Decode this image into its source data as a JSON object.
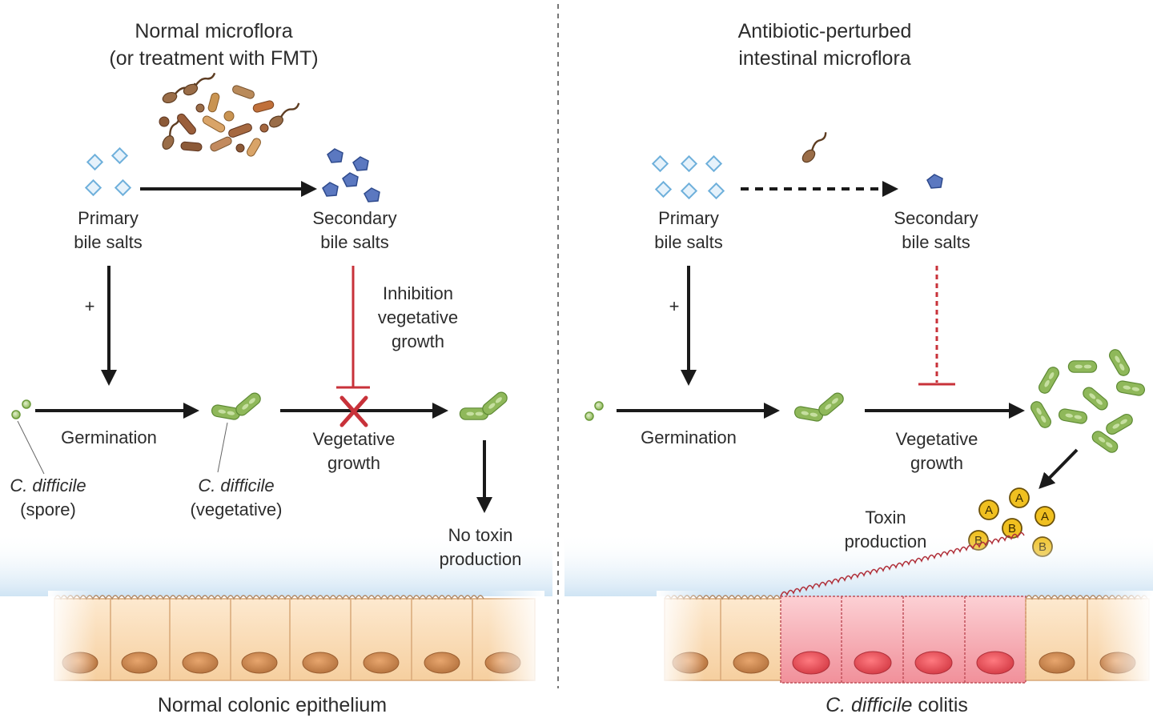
{
  "left_panel": {
    "title_line1": "Normal microflora",
    "title_line2": "(or treatment with FMT)",
    "primary_line1": "Primary",
    "primary_line2": "bile salts",
    "secondary_line1": "Secondary",
    "secondary_line2": "bile salts",
    "plus": "+",
    "inhibition_line1": "Inhibition",
    "inhibition_line2": "vegetative",
    "inhibition_line3": "growth",
    "germination": "Germination",
    "vegetative_line1": "Vegetative",
    "vegetative_line2": "growth",
    "spore_line1": "C. difficile",
    "spore_line2": "(spore)",
    "veg_cell_line1": "C. difficile",
    "veg_cell_line2": "(vegetative)",
    "no_toxin_line1": "No toxin",
    "no_toxin_line2": "production",
    "epithelium_label": "Normal colonic epithelium"
  },
  "right_panel": {
    "title_line1": "Antibiotic-perturbed",
    "title_line2": "intestinal microflora",
    "primary_line1": "Primary",
    "primary_line2": "bile salts",
    "secondary_line1": "Secondary",
    "secondary_line2": "bile salts",
    "plus": "+",
    "germination": "Germination",
    "vegetative_line1": "Vegetative",
    "vegetative_line2": "growth",
    "toxin_line1": "Toxin",
    "toxin_line2": "production",
    "epithelium_label_italic": "C. difficile",
    "epithelium_label_rest": " colitis",
    "toxins": [
      "A",
      "A",
      "A",
      "B",
      "B",
      "B"
    ]
  },
  "colors": {
    "arrow": "#1a1a1a",
    "inhibition": "#c8323a",
    "primary_bile": "#8fc3e4",
    "secondary_bile": "#4a68b0",
    "c_difficile": "#8fb85a",
    "toxin": "#f0c020",
    "normal_cell": "#f8d9b0",
    "inflamed_cell": "#f2a0a8",
    "microflora_brown": "#9a6d48"
  }
}
